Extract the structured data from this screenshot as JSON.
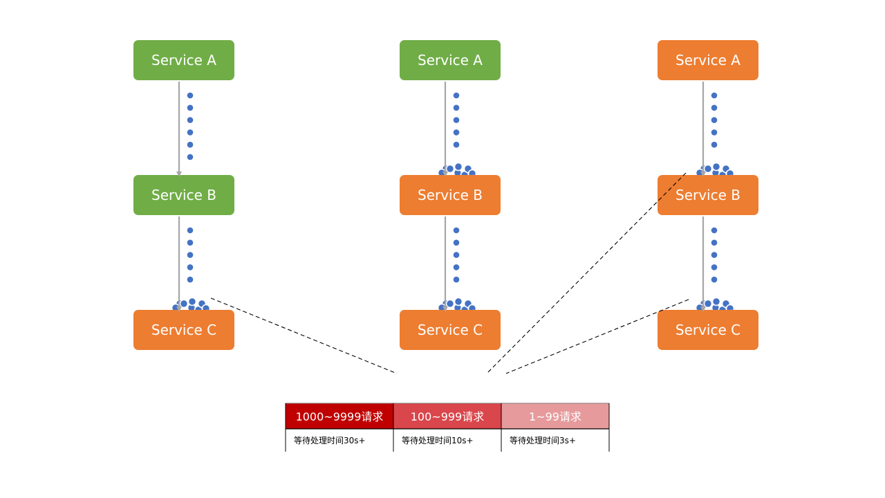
{
  "colors": {
    "healthy": "#70ad47",
    "overloaded": "#ed7d31",
    "request_dot": "#4472c4",
    "arrow": "#a6a6a6",
    "legend_high": "#c00000",
    "legend_mid": "#d9464b",
    "legend_low": "#e69a9c"
  },
  "columns": [
    {
      "nodes": [
        {
          "label": "Service A",
          "state": "healthy"
        },
        {
          "label": "Service B",
          "state": "healthy"
        },
        {
          "label": "Service C",
          "state": "overloaded"
        }
      ]
    },
    {
      "nodes": [
        {
          "label": "Service A",
          "state": "healthy"
        },
        {
          "label": "Service B",
          "state": "overloaded"
        },
        {
          "label": "Service C",
          "state": "overloaded"
        }
      ]
    },
    {
      "nodes": [
        {
          "label": "Service A",
          "state": "overloaded"
        },
        {
          "label": "Service B",
          "state": "overloaded"
        },
        {
          "label": "Service C",
          "state": "overloaded"
        }
      ]
    }
  ],
  "legend": [
    {
      "range": "1000~9999请求",
      "wait": "等待处理时间30s+",
      "level": "high"
    },
    {
      "range": "100~999请求",
      "wait": "等待处理时间10s+",
      "level": "mid"
    },
    {
      "range": "1~99请求",
      "wait": "等待处理时间3s+",
      "level": "low"
    }
  ]
}
